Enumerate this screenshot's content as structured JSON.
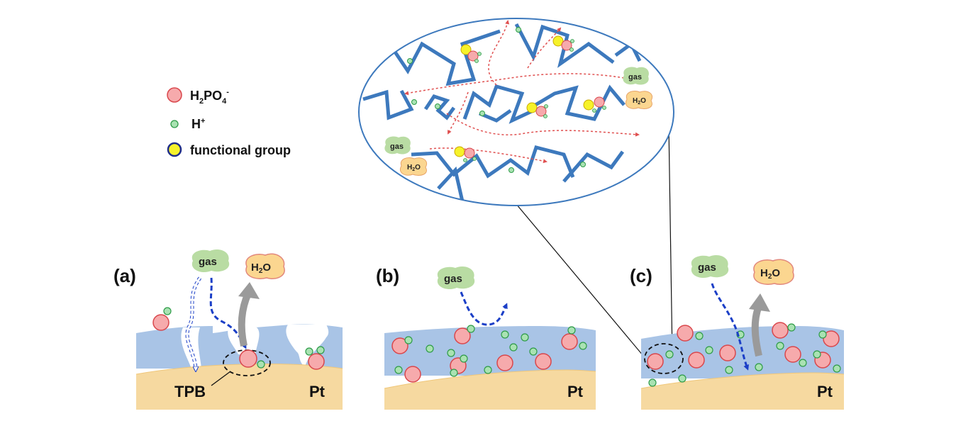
{
  "legend": {
    "phosphate": {
      "base": "H",
      "sub1": "2",
      "mid": "PO",
      "sub2": "4",
      "sup": "-"
    },
    "proton": {
      "base": "H",
      "sup": "+"
    },
    "functional": "functional group"
  },
  "panels": {
    "a": {
      "label": "(a)",
      "metal": "Pt",
      "tpb": "TPB",
      "gas": "gas",
      "water": {
        "base": "H",
        "sub": "2",
        "end": "O"
      }
    },
    "b": {
      "label": "(b)",
      "metal": "Pt",
      "gas": "gas"
    },
    "c": {
      "label": "(c)",
      "metal": "Pt",
      "gas": "gas",
      "water": {
        "base": "H",
        "sub": "2",
        "end": "O"
      }
    }
  },
  "zoom": {
    "gas1": "gas",
    "gas2": "gas",
    "water1": {
      "base": "H",
      "sub": "2",
      "end": "O"
    },
    "water2": {
      "base": "H",
      "sub": "2",
      "end": "O"
    }
  },
  "colors": {
    "electrolyte": "#a9c4e6",
    "platinum": "#f6d9a0",
    "phosphate_fill": "#f6aaac",
    "phosphate_stroke": "#d9474c",
    "proton_fill": "#a9e2b2",
    "proton_stroke": "#2e9b48",
    "functional_fill": "#f6f22a",
    "polymer_chain": "#3d79bd",
    "gas_bubble": "#b9dca3",
    "water_bubble": "#fbd690",
    "diffusion_arrow": "#1b3fc7",
    "water_arrow": "#9a9a9a",
    "zoom_path": "#e05050"
  }
}
